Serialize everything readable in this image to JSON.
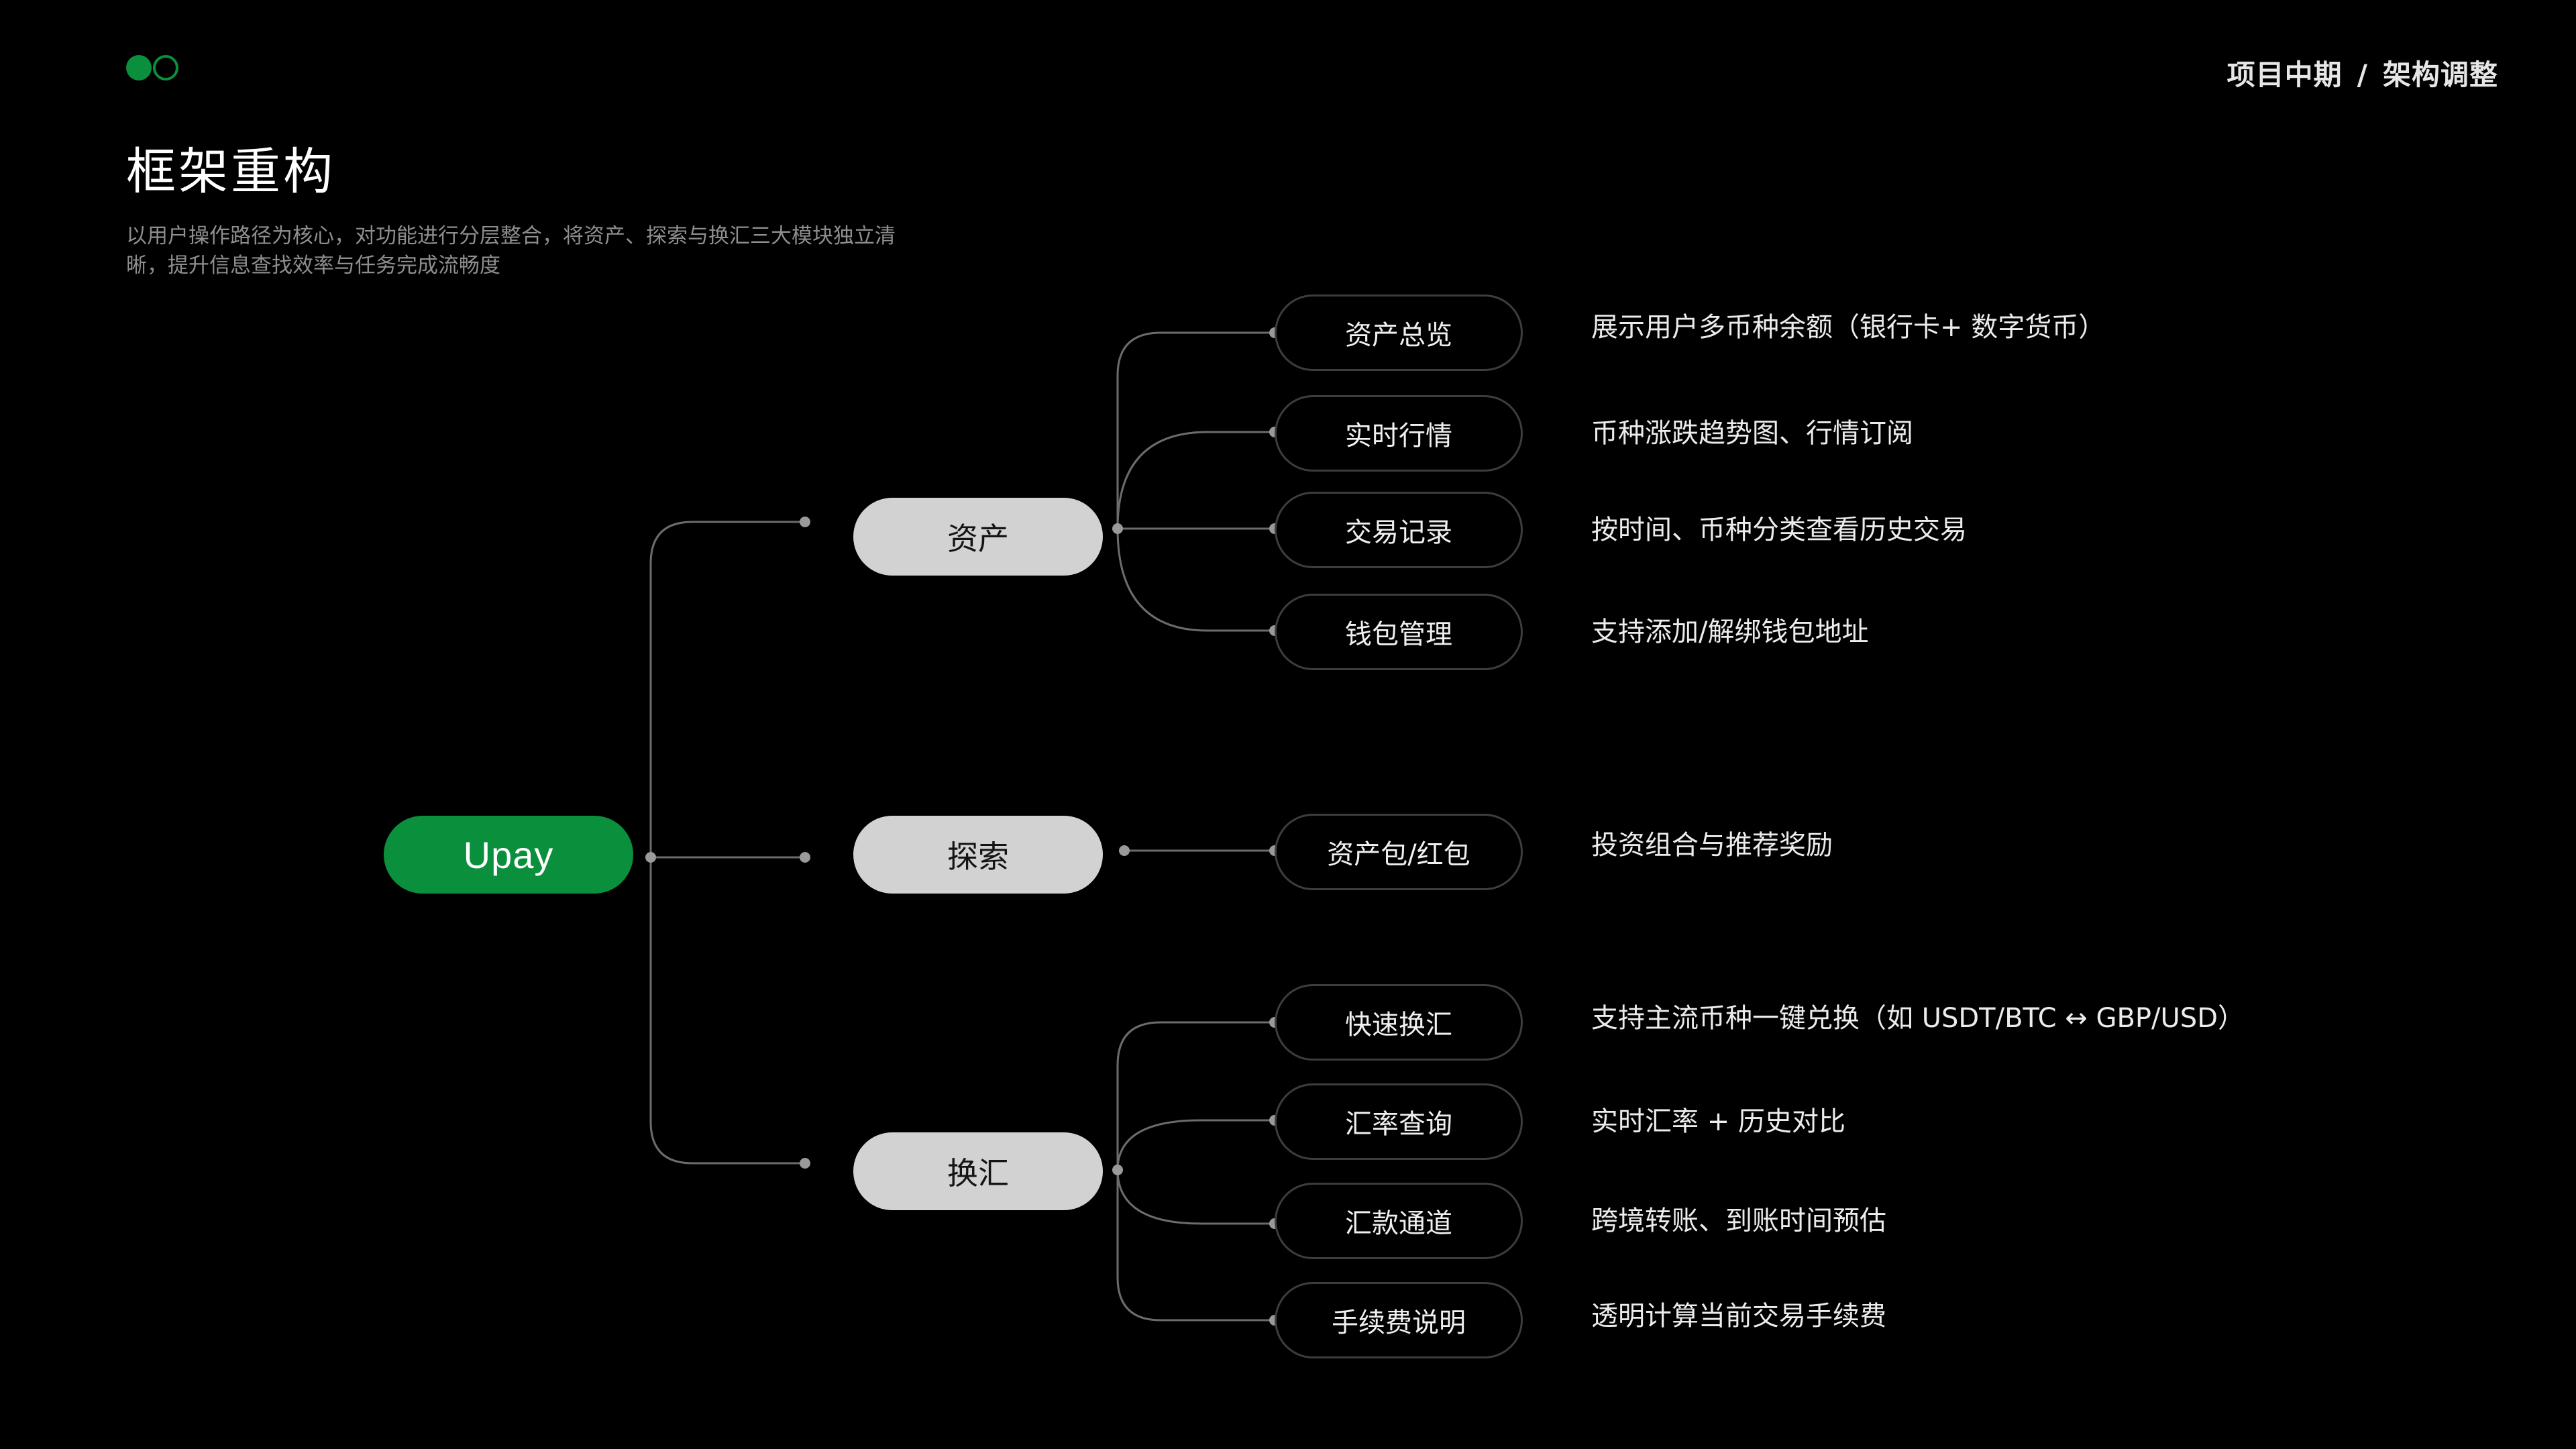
{
  "header": {
    "breadcrumb": [
      "项目中期",
      "架构调整"
    ],
    "breadcrumb_separator": "/",
    "title": "框架重构",
    "subtitle_lines": [
      "以用户操作路径为核心，对功能进行分层整合，将资产、探索与换汇三大模块独立清",
      "晰，提升信息查找效率与任务完成流畅度"
    ]
  },
  "colors": {
    "accent": "#0a8f3c",
    "background": "#000000",
    "branch_fill": "#d2d2d2",
    "connector": "#6c6c6c"
  },
  "mindmap": {
    "root": "Upay",
    "branches": [
      {
        "label": "资产",
        "children": [
          {
            "label": "资产总览",
            "description": "展示用户多币种余额（银行卡+ 数字货币）"
          },
          {
            "label": "实时行情",
            "description": "币种涨跌趋势图、行情订阅"
          },
          {
            "label": "交易记录",
            "description": "按时间、币种分类查看历史交易"
          },
          {
            "label": "钱包管理",
            "description": "支持添加/解绑钱包地址"
          }
        ]
      },
      {
        "label": "探索",
        "children": [
          {
            "label": "资产包/红包",
            "description": "投资组合与推荐奖励"
          }
        ]
      },
      {
        "label": "换汇",
        "children": [
          {
            "label": "快速换汇",
            "description": "支持主流币种一键兑换（如 USDT/BTC ↔ GBP/USD）"
          },
          {
            "label": "汇率查询",
            "description": "实时汇率 + 历史对比"
          },
          {
            "label": "汇款通道",
            "description": "跨境转账、到账时间预估"
          },
          {
            "label": "手续费说明",
            "description": "透明计算当前交易手续费"
          }
        ]
      }
    ]
  }
}
